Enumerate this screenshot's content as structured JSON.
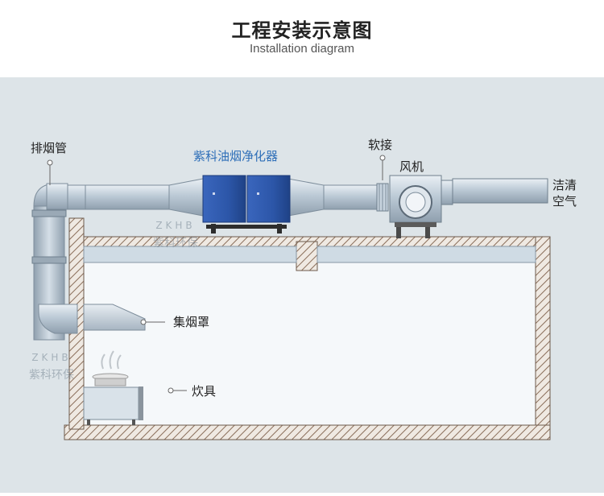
{
  "header": {
    "title": "工程安装示意图",
    "subtitle": "Installation diagram"
  },
  "labels": {
    "exhaust_pipe": "排烟管",
    "purifier": "紫科油烟净化器",
    "soft_joint": "软接",
    "fan": "风机",
    "clean_air_line1": "洁清",
    "clean_air_line2": "空气",
    "hood": "集烟罩",
    "stove": "炊具"
  },
  "watermark": {
    "latin": "ZKHB",
    "chinese": "紫科环保"
  },
  "colors": {
    "background_top": "#ffffff",
    "background_stage": "#dde4e8",
    "duct": "#b9c7d3",
    "purifier": "#2f57a8",
    "purifier_label": "#2f6fb8",
    "wall_hatch": "#8a6e5a"
  }
}
